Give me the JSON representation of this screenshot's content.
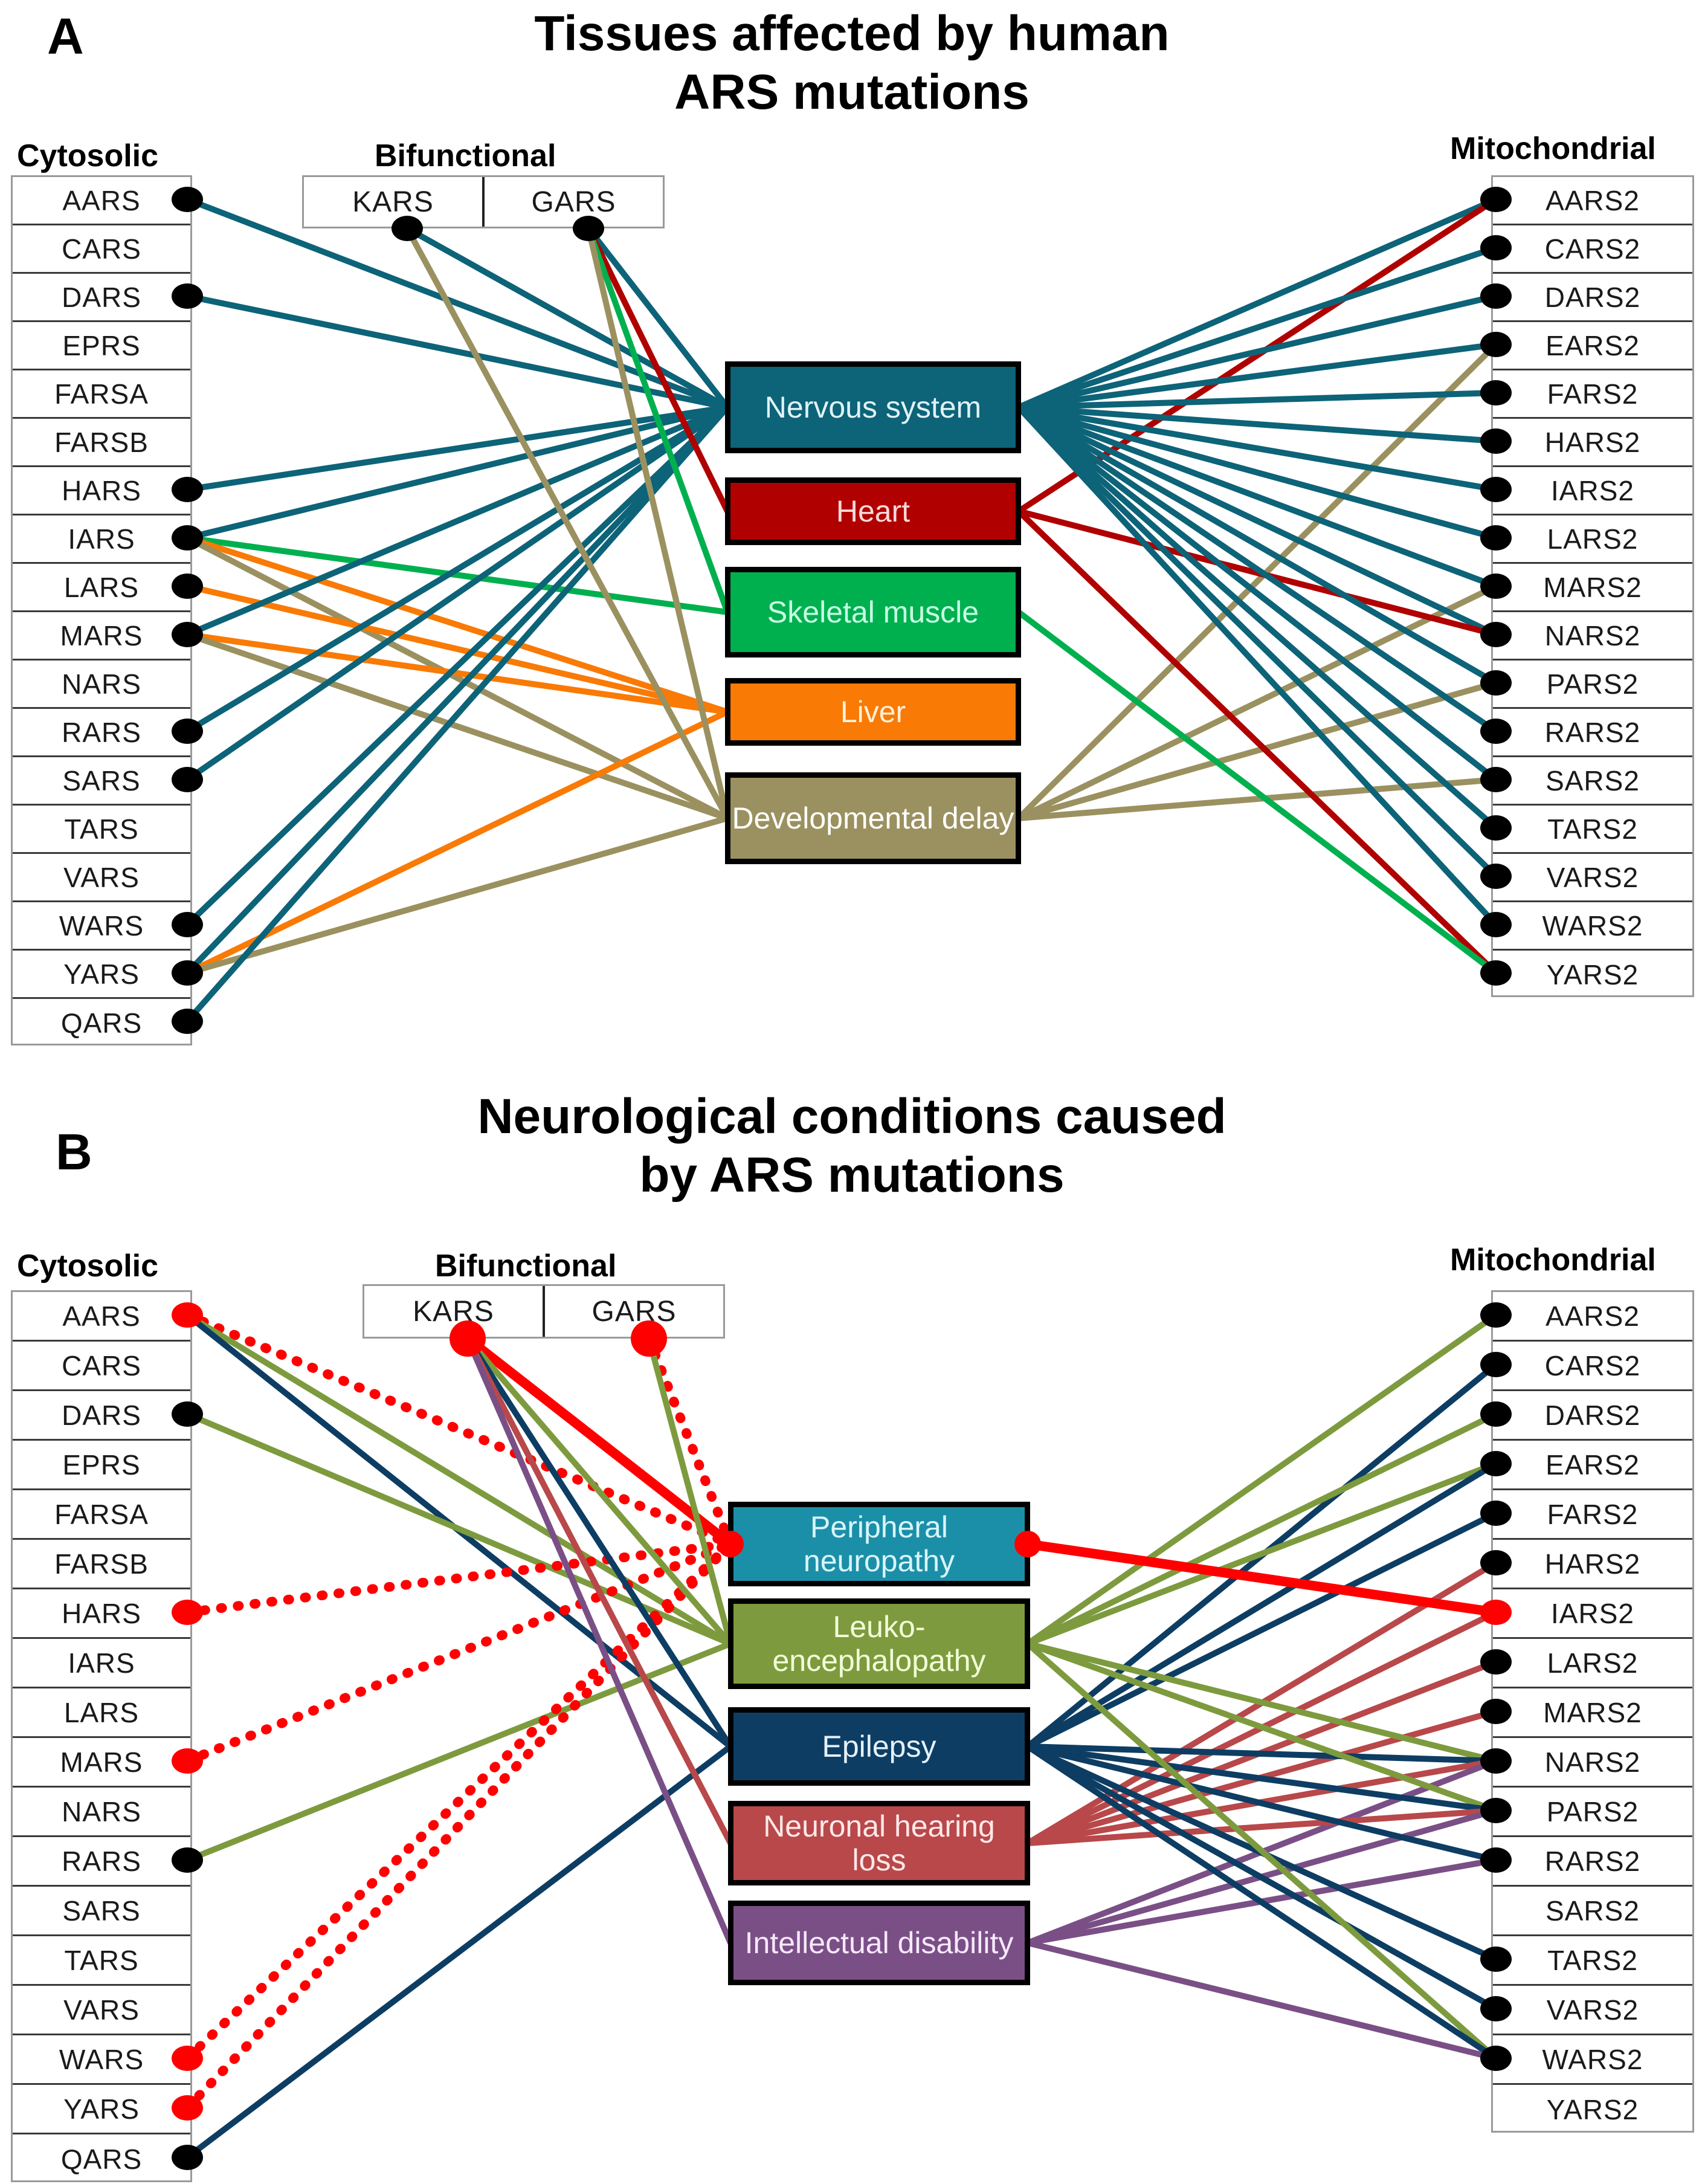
{
  "figure": {
    "panels": [
      {
        "id": "A",
        "letter": "A",
        "title_line1": "Tissues affected by human",
        "title_line2": "ARS mutations",
        "columns": {
          "left_header": "Cytosolic",
          "middle_header": "Bifunctional",
          "right_header": "Mitochondrial"
        },
        "cytosolic": [
          "AARS",
          "CARS",
          "DARS",
          "EPRS",
          "FARSA",
          "FARSB",
          "HARS",
          "IARS",
          "LARS",
          "MARS",
          "NARS",
          "RARS",
          "SARS",
          "TARS",
          "VARS",
          "WARS",
          "YARS",
          "QARS"
        ],
        "bifunctional": [
          "KARS",
          "GARS"
        ],
        "mitochondrial": [
          "AARS2",
          "CARS2",
          "DARS2",
          "EARS2",
          "FARS2",
          "HARS2",
          "IARS2",
          "LARS2",
          "MARS2",
          "NARS2",
          "PARS2",
          "RARS2",
          "SARS2",
          "TARS2",
          "VARS2",
          "WARS2",
          "YARS2"
        ],
        "center_nodes": [
          {
            "label": "Nervous system",
            "color": "#0d6378",
            "text_color": "#dff3f7"
          },
          {
            "label": "Heart",
            "color": "#b00000",
            "text_color": "#ffd9d9"
          },
          {
            "label": "Skeletal muscle",
            "color": "#00b04f",
            "text_color": "#c8ffe4"
          },
          {
            "label": "Liver",
            "color": "#f97a05",
            "text_color": "#fff0d8"
          },
          {
            "label": "Developmental delay",
            "color": "#9b9160",
            "text_color": "#ffffff"
          }
        ],
        "left_connected": [
          "AARS",
          "DARS",
          "HARS",
          "IARS",
          "LARS",
          "MARS",
          "RARS",
          "SARS",
          "WARS",
          "YARS",
          "QARS"
        ],
        "right_connected": [
          "AARS2",
          "CARS2",
          "DARS2",
          "EARS2",
          "FARS2",
          "HARS2",
          "IARS2",
          "LARS2",
          "MARS2",
          "NARS2",
          "PARS2",
          "RARS2",
          "SARS2",
          "TARS2",
          "VARS2",
          "WARS2",
          "YARS2"
        ],
        "node_dot_color": "#000000",
        "edges_left": [
          {
            "gene": "AARS",
            "node": 0,
            "color": "#0d6378"
          },
          {
            "gene": "DARS",
            "node": 0,
            "color": "#0d6378"
          },
          {
            "gene": "HARS",
            "node": 0,
            "color": "#0d6378"
          },
          {
            "gene": "IARS",
            "node": 0,
            "color": "#0d6378"
          },
          {
            "gene": "IARS",
            "node": 2,
            "color": "#00b04f"
          },
          {
            "gene": "IARS",
            "node": 3,
            "color": "#f97a05"
          },
          {
            "gene": "IARS",
            "node": 4,
            "color": "#9b9160"
          },
          {
            "gene": "LARS",
            "node": 3,
            "color": "#f97a05"
          },
          {
            "gene": "MARS",
            "node": 0,
            "color": "#0d6378"
          },
          {
            "gene": "MARS",
            "node": 3,
            "color": "#f97a05"
          },
          {
            "gene": "MARS",
            "node": 4,
            "color": "#9b9160"
          },
          {
            "gene": "RARS",
            "node": 0,
            "color": "#0d6378"
          },
          {
            "gene": "SARS",
            "node": 0,
            "color": "#0d6378"
          },
          {
            "gene": "WARS",
            "node": 0,
            "color": "#0d6378"
          },
          {
            "gene": "YARS",
            "node": 0,
            "color": "#0d6378"
          },
          {
            "gene": "YARS",
            "node": 3,
            "color": "#f97a05"
          },
          {
            "gene": "YARS",
            "node": 4,
            "color": "#9b9160"
          },
          {
            "gene": "QARS",
            "node": 0,
            "color": "#0d6378"
          }
        ],
        "edges_bif": [
          {
            "gene": "KARS",
            "node": 0,
            "color": "#0d6378"
          },
          {
            "gene": "KARS",
            "node": 4,
            "color": "#9b9160"
          },
          {
            "gene": "GARS",
            "node": 0,
            "color": "#0d6378"
          },
          {
            "gene": "GARS",
            "node": 1,
            "color": "#b00000"
          },
          {
            "gene": "GARS",
            "node": 2,
            "color": "#00b04f"
          },
          {
            "gene": "GARS",
            "node": 4,
            "color": "#9b9160"
          }
        ],
        "edges_right": [
          {
            "gene": "AARS2",
            "node": 0,
            "color": "#0d6378"
          },
          {
            "gene": "AARS2",
            "node": 1,
            "color": "#b00000"
          },
          {
            "gene": "CARS2",
            "node": 0,
            "color": "#0d6378"
          },
          {
            "gene": "DARS2",
            "node": 0,
            "color": "#0d6378"
          },
          {
            "gene": "EARS2",
            "node": 0,
            "color": "#0d6378"
          },
          {
            "gene": "EARS2",
            "node": 4,
            "color": "#9b9160"
          },
          {
            "gene": "FARS2",
            "node": 0,
            "color": "#0d6378"
          },
          {
            "gene": "HARS2",
            "node": 0,
            "color": "#0d6378"
          },
          {
            "gene": "IARS2",
            "node": 0,
            "color": "#0d6378"
          },
          {
            "gene": "LARS2",
            "node": 0,
            "color": "#0d6378"
          },
          {
            "gene": "MARS2",
            "node": 0,
            "color": "#0d6378"
          },
          {
            "gene": "MARS2",
            "node": 4,
            "color": "#9b9160"
          },
          {
            "gene": "NARS2",
            "node": 0,
            "color": "#0d6378"
          },
          {
            "gene": "NARS2",
            "node": 1,
            "color": "#b00000"
          },
          {
            "gene": "PARS2",
            "node": 0,
            "color": "#0d6378"
          },
          {
            "gene": "PARS2",
            "node": 4,
            "color": "#9b9160"
          },
          {
            "gene": "RARS2",
            "node": 0,
            "color": "#0d6378"
          },
          {
            "gene": "SARS2",
            "node": 0,
            "color": "#0d6378"
          },
          {
            "gene": "SARS2",
            "node": 4,
            "color": "#9b9160"
          },
          {
            "gene": "TARS2",
            "node": 0,
            "color": "#0d6378"
          },
          {
            "gene": "VARS2",
            "node": 0,
            "color": "#0d6378"
          },
          {
            "gene": "WARS2",
            "node": 0,
            "color": "#0d6378"
          },
          {
            "gene": "YARS2",
            "node": 1,
            "color": "#b00000"
          },
          {
            "gene": "YARS2",
            "node": 2,
            "color": "#00b04f"
          }
        ]
      },
      {
        "id": "B",
        "letter": "B",
        "title_line1": "Neurological conditions caused",
        "title_line2": "by ARS mutations",
        "columns": {
          "left_header": "Cytosolic",
          "middle_header": "Bifunctional",
          "right_header": "Mitochondrial"
        },
        "cytosolic": [
          "AARS",
          "CARS",
          "DARS",
          "EPRS",
          "FARSA",
          "FARSB",
          "HARS",
          "IARS",
          "LARS",
          "MARS",
          "NARS",
          "RARS",
          "SARS",
          "TARS",
          "VARS",
          "WARS",
          "YARS",
          "QARS"
        ],
        "bifunctional": [
          "KARS",
          "GARS"
        ],
        "mitochondrial": [
          "AARS2",
          "CARS2",
          "DARS2",
          "EARS2",
          "FARS2",
          "HARS2",
          "IARS2",
          "LARS2",
          "MARS2",
          "NARS2",
          "PARS2",
          "RARS2",
          "SARS2",
          "TARS2",
          "VARS2",
          "WARS2",
          "YARS2"
        ],
        "center_nodes": [
          {
            "label": "Peripheral neuropathy",
            "color": "#1c8fa8",
            "text_color": "#d8f6fb"
          },
          {
            "label": "Leuko-encephalopathy",
            "color": "#7d9b3e",
            "text_color": "#f2ffd9"
          },
          {
            "label": "Epilepsy",
            "color": "#0d3d63",
            "text_color": "#e4f1fb"
          },
          {
            "label": "Neuronal hearing loss",
            "color": "#b8484a",
            "text_color": "#ffe8e8"
          },
          {
            "label": "Intellectual disability",
            "color": "#7a4f86",
            "text_color": "#f6e9fa"
          }
        ],
        "left_connected": [
          "AARS",
          "DARS",
          "HARS",
          "MARS",
          "RARS",
          "WARS",
          "YARS",
          "QARS"
        ],
        "right_connected": [
          "AARS2",
          "CARS2",
          "DARS2",
          "EARS2",
          "FARS2",
          "HARS2",
          "IARS2",
          "LARS2",
          "MARS2",
          "NARS2",
          "PARS2",
          "RARS2",
          "TARS2",
          "VARS2",
          "WARS2"
        ],
        "highlight_color": "#ff0000",
        "node_dot_color": "#000000",
        "highlight_genes_left": [
          "AARS",
          "HARS",
          "MARS",
          "WARS",
          "YARS"
        ],
        "highlight_genes_bif": [
          "KARS",
          "GARS"
        ],
        "highlight_genes_right": [
          "IARS2"
        ],
        "highlight_node": 0,
        "edges_left": [
          {
            "gene": "AARS",
            "node": 0,
            "color": "#ff0000",
            "style": "dotted"
          },
          {
            "gene": "AARS",
            "node": 1,
            "color": "#7d9b3e",
            "style": "solid"
          },
          {
            "gene": "AARS",
            "node": 2,
            "color": "#0d3d63",
            "style": "solid"
          },
          {
            "gene": "DARS",
            "node": 1,
            "color": "#7d9b3e",
            "style": "solid"
          },
          {
            "gene": "HARS",
            "node": 0,
            "color": "#ff0000",
            "style": "dotted"
          },
          {
            "gene": "MARS",
            "node": 0,
            "color": "#ff0000",
            "style": "dotted"
          },
          {
            "gene": "RARS",
            "node": 1,
            "color": "#7d9b3e",
            "style": "solid"
          },
          {
            "gene": "WARS",
            "node": 0,
            "color": "#ff0000",
            "style": "dotted"
          },
          {
            "gene": "YARS",
            "node": 0,
            "color": "#ff0000",
            "style": "dotted"
          },
          {
            "gene": "QARS",
            "node": 2,
            "color": "#0d3d63",
            "style": "solid"
          }
        ],
        "edges_bif": [
          {
            "gene": "KARS",
            "node": 0,
            "color": "#ff0000",
            "style": "solid"
          },
          {
            "gene": "KARS",
            "node": 1,
            "color": "#7d9b3e",
            "style": "solid"
          },
          {
            "gene": "KARS",
            "node": 2,
            "color": "#0d3d63",
            "style": "solid"
          },
          {
            "gene": "KARS",
            "node": 3,
            "color": "#b8484a",
            "style": "solid"
          },
          {
            "gene": "KARS",
            "node": 4,
            "color": "#7a4f86",
            "style": "solid"
          },
          {
            "gene": "GARS",
            "node": 0,
            "color": "#ff0000",
            "style": "dotted"
          },
          {
            "gene": "GARS",
            "node": 1,
            "color": "#7d9b3e",
            "style": "solid"
          }
        ],
        "edges_right": [
          {
            "gene": "AARS2",
            "node": 1,
            "color": "#7d9b3e",
            "style": "solid"
          },
          {
            "gene": "CARS2",
            "node": 2,
            "color": "#0d3d63",
            "style": "solid"
          },
          {
            "gene": "DARS2",
            "node": 1,
            "color": "#7d9b3e",
            "style": "solid"
          },
          {
            "gene": "EARS2",
            "node": 1,
            "color": "#7d9b3e",
            "style": "solid"
          },
          {
            "gene": "EARS2",
            "node": 2,
            "color": "#0d3d63",
            "style": "solid"
          },
          {
            "gene": "FARS2",
            "node": 2,
            "color": "#0d3d63",
            "style": "solid"
          },
          {
            "gene": "HARS2",
            "node": 3,
            "color": "#b8484a",
            "style": "solid"
          },
          {
            "gene": "IARS2",
            "node": 0,
            "color": "#ff0000",
            "style": "solid"
          },
          {
            "gene": "IARS2",
            "node": 3,
            "color": "#b8484a",
            "style": "solid"
          },
          {
            "gene": "LARS2",
            "node": 3,
            "color": "#b8484a",
            "style": "solid"
          },
          {
            "gene": "MARS2",
            "node": 3,
            "color": "#b8484a",
            "style": "solid"
          },
          {
            "gene": "NARS2",
            "node": 1,
            "color": "#7d9b3e",
            "style": "solid"
          },
          {
            "gene": "NARS2",
            "node": 2,
            "color": "#0d3d63",
            "style": "solid"
          },
          {
            "gene": "NARS2",
            "node": 3,
            "color": "#b8484a",
            "style": "solid"
          },
          {
            "gene": "NARS2",
            "node": 4,
            "color": "#7a4f86",
            "style": "solid"
          },
          {
            "gene": "PARS2",
            "node": 1,
            "color": "#7d9b3e",
            "style": "solid"
          },
          {
            "gene": "PARS2",
            "node": 2,
            "color": "#0d3d63",
            "style": "solid"
          },
          {
            "gene": "PARS2",
            "node": 3,
            "color": "#b8484a",
            "style": "solid"
          },
          {
            "gene": "PARS2",
            "node": 4,
            "color": "#7a4f86",
            "style": "solid"
          },
          {
            "gene": "RARS2",
            "node": 2,
            "color": "#0d3d63",
            "style": "solid"
          },
          {
            "gene": "RARS2",
            "node": 4,
            "color": "#7a4f86",
            "style": "solid"
          },
          {
            "gene": "TARS2",
            "node": 2,
            "color": "#0d3d63",
            "style": "solid"
          },
          {
            "gene": "VARS2",
            "node": 2,
            "color": "#0d3d63",
            "style": "solid"
          },
          {
            "gene": "WARS2",
            "node": 1,
            "color": "#7d9b3e",
            "style": "solid"
          },
          {
            "gene": "WARS2",
            "node": 2,
            "color": "#0d3d63",
            "style": "solid"
          },
          {
            "gene": "WARS2",
            "node": 4,
            "color": "#7a4f86",
            "style": "solid"
          }
        ]
      }
    ]
  }
}
